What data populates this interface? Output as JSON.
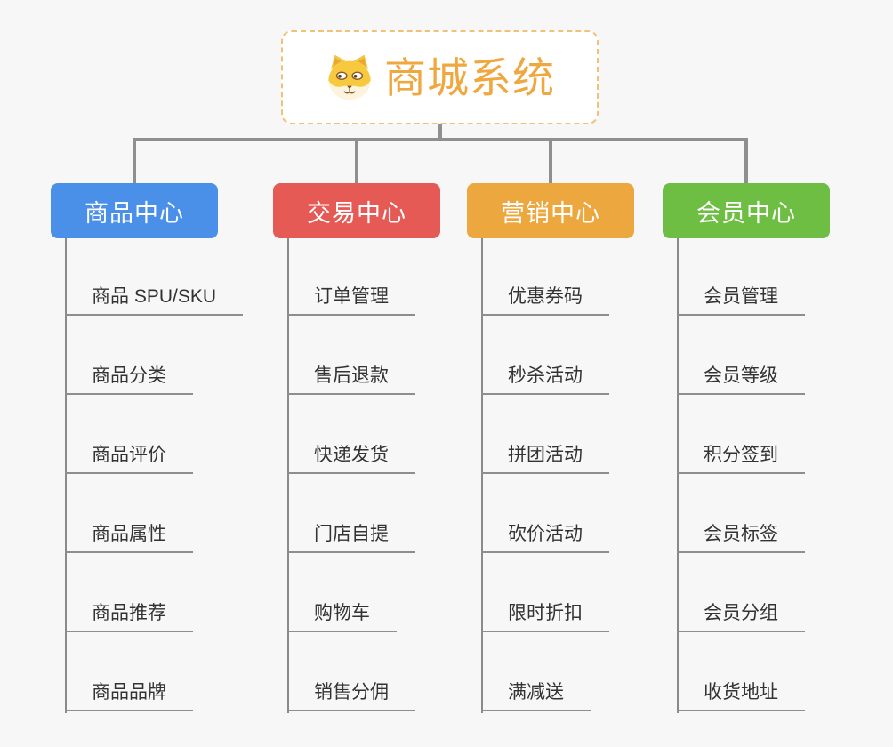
{
  "root": {
    "title": "商城系统",
    "icon": "dog-face-icon",
    "accent_color": "#efa73f",
    "border_color": "#f2c179"
  },
  "canvas": {
    "background": "#f7f7f7",
    "line_color": "#8f8f8f"
  },
  "branches": [
    {
      "label": "商品中心",
      "color": "#4a90e8",
      "items": [
        "商品 SPU/SKU",
        "商品分类",
        "商品评价",
        "商品属性",
        "商品推荐",
        "商品品牌"
      ]
    },
    {
      "label": "交易中心",
      "color": "#e65a56",
      "items": [
        "订单管理",
        "售后退款",
        "快递发货",
        "门店自提",
        "购物车",
        "销售分佣"
      ]
    },
    {
      "label": "营销中心",
      "color": "#eca73e",
      "items": [
        "优惠券码",
        "秒杀活动",
        "拼团活动",
        "砍价活动",
        "限时折扣",
        "满减送"
      ]
    },
    {
      "label": "会员中心",
      "color": "#6fbe44",
      "items": [
        "会员管理",
        "会员等级",
        "积分签到",
        "会员标签",
        "会员分组",
        "收货地址"
      ]
    }
  ]
}
